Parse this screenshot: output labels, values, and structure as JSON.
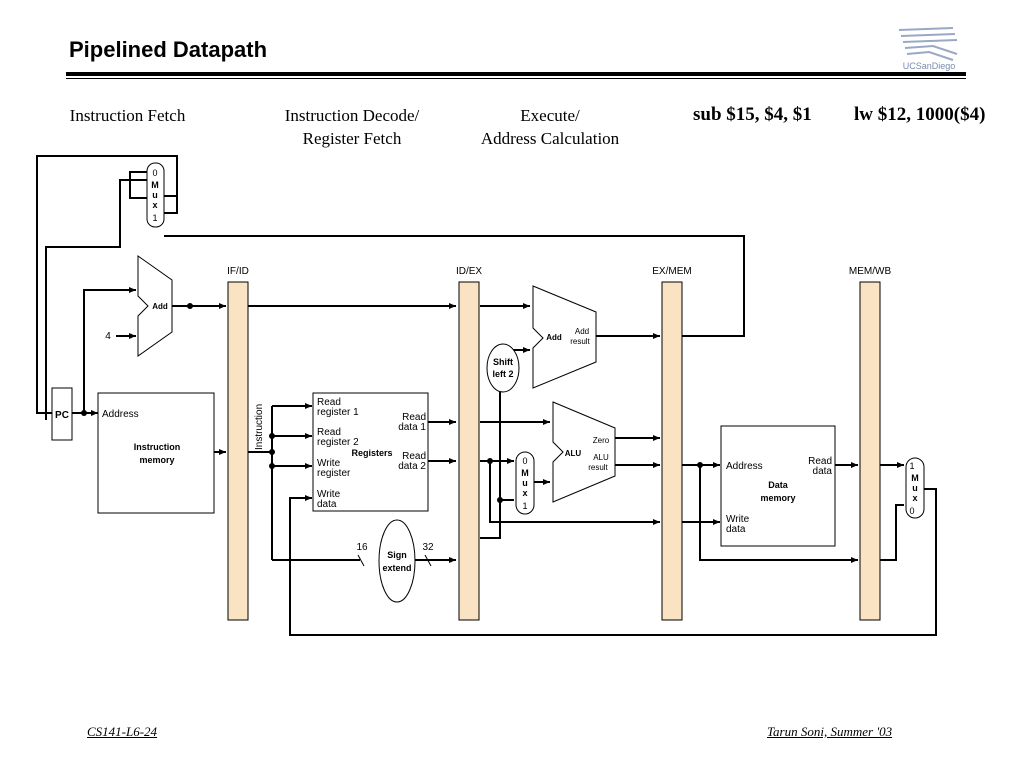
{
  "slide": {
    "title": "Pipelined Datapath",
    "stages": {
      "fetch": "Instruction Fetch",
      "decode_line1": "Instruction Decode/",
      "decode_line2": "Register Fetch",
      "execute_line1": "Execute/",
      "execute_line2": "Address Calculation"
    },
    "instructions": {
      "first": "sub $15, $4, $1",
      "second": "lw $12, 1000($4)"
    },
    "footer": {
      "left": "CS141-L6-24",
      "right": "Tarun Soni, Summer '03"
    },
    "logo_text": "UCSanDiego"
  },
  "diagram": {
    "pipeline_registers": [
      "IF/ID",
      "ID/EX",
      "EX/MEM",
      "MEM/WB"
    ],
    "pc": "PC",
    "constant_four": "4",
    "adder": "Add",
    "branch_adder": {
      "label": "Add",
      "result_line1": "Add",
      "result_line2": "result"
    },
    "shift_left": {
      "line1": "Shift",
      "line2": "left 2"
    },
    "instruction_memory": {
      "address": "Address",
      "line1": "Instruction",
      "line2": "memory"
    },
    "instruction_wire": "Instruction",
    "registers": {
      "title": "Registers",
      "read_reg1": [
        "Read",
        "register 1"
      ],
      "read_reg2": [
        "Read",
        "register 2"
      ],
      "write_reg": [
        "Write",
        "register"
      ],
      "write_data": [
        "Write",
        "data"
      ],
      "read_data1": [
        "Read",
        "data 1"
      ],
      "read_data2": [
        "Read",
        "data 2"
      ]
    },
    "sign_extend": {
      "line1": "Sign",
      "line2": "extend",
      "in_bits": "16",
      "out_bits": "32"
    },
    "alu": {
      "label": "ALU",
      "zero": "Zero",
      "result_line1": "ALU",
      "result_line2": "result"
    },
    "data_memory": {
      "address": "Address",
      "read_data": [
        "Read",
        "data"
      ],
      "write_data": [
        "Write",
        "data"
      ],
      "line1": "Data",
      "line2": "memory"
    },
    "mux_pc": [
      "0",
      "M",
      "u",
      "x",
      "1"
    ],
    "mux_alu": [
      "0",
      "M",
      "u",
      "x",
      "1"
    ],
    "mux_wb": [
      "1",
      "M",
      "u",
      "x",
      "0"
    ]
  },
  "colors": {
    "pipeline_register_fill": "#F9E3C3",
    "line": "#000000",
    "logo_blue": "#7A8CB0"
  }
}
